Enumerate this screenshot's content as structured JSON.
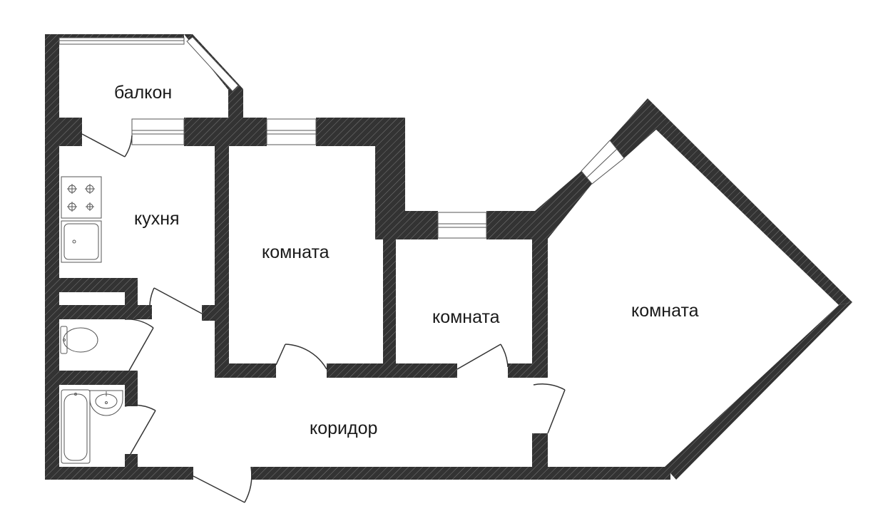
{
  "plan": {
    "rooms": [
      {
        "id": "balcony",
        "label": "балкон"
      },
      {
        "id": "kitchen",
        "label": "кухня"
      },
      {
        "id": "room1",
        "label": "комната"
      },
      {
        "id": "room2",
        "label": "комната"
      },
      {
        "id": "room3",
        "label": "комната"
      },
      {
        "id": "corridor",
        "label": "коридор"
      }
    ],
    "colors": {
      "wall": "#333333",
      "hatch": "#7a7a7a",
      "line": "#555555",
      "background": "#ffffff"
    }
  }
}
